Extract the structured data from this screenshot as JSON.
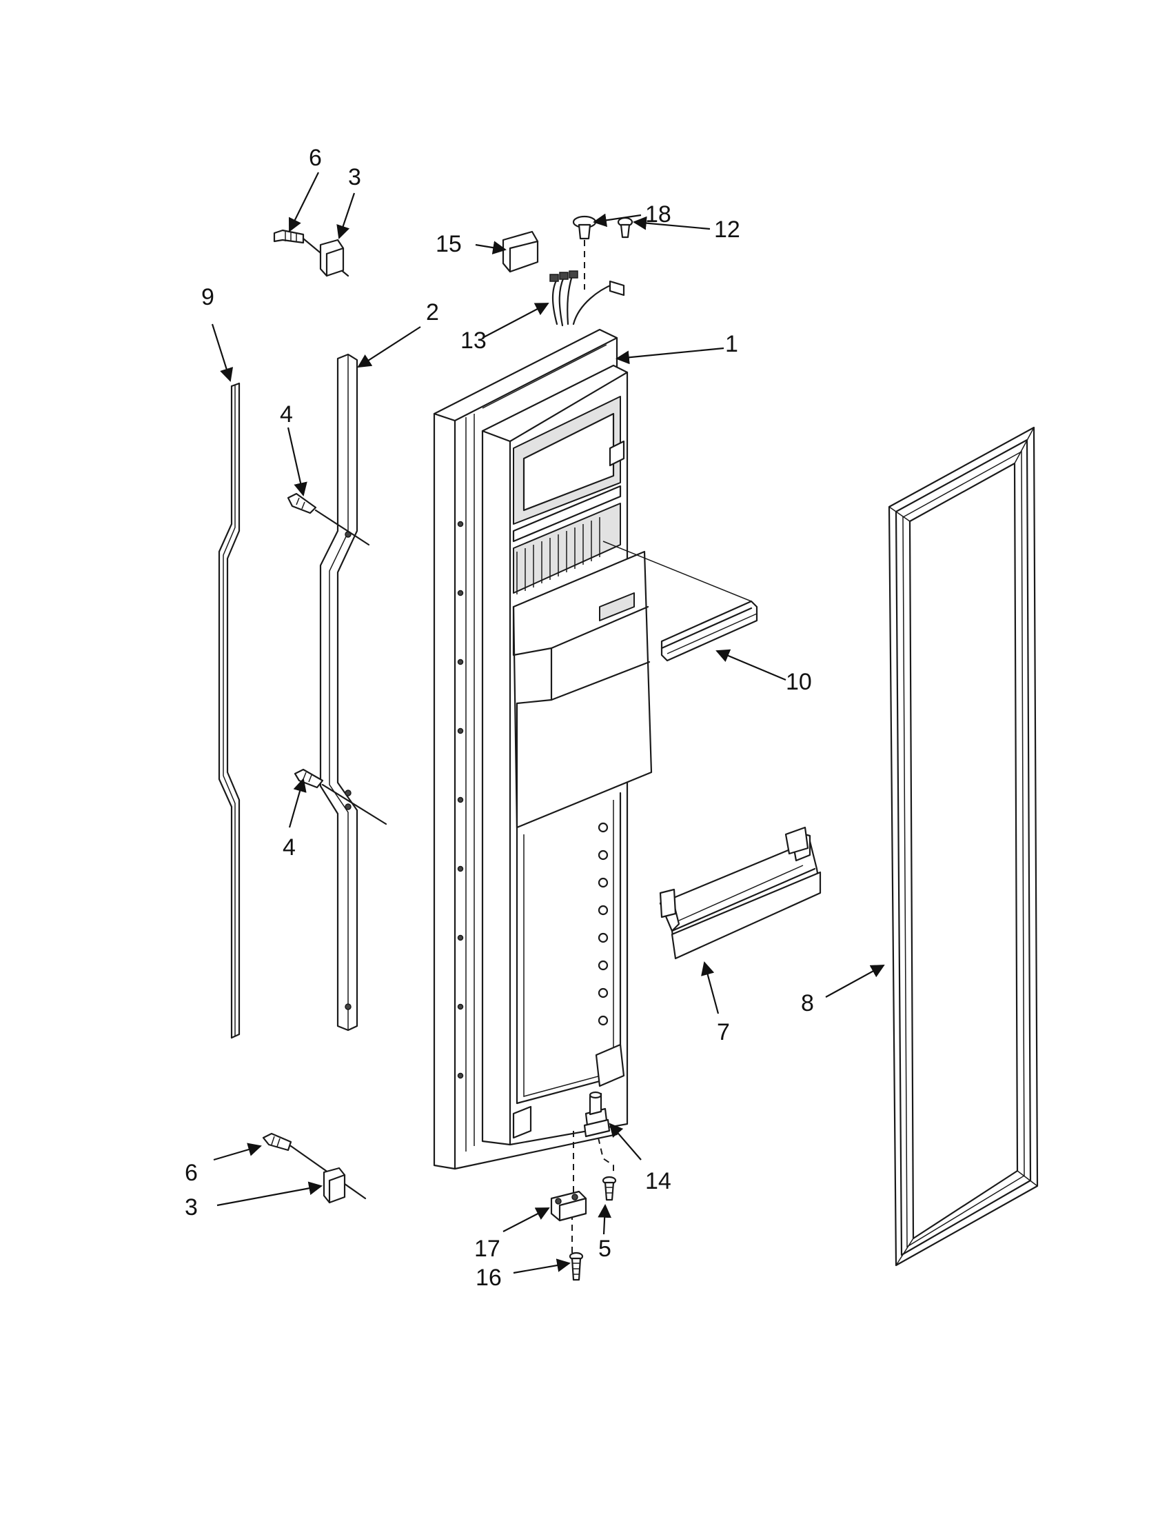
{
  "diagram": {
    "labels": [
      {
        "id": "p6-top",
        "text": "6"
      },
      {
        "id": "p3-top",
        "text": "3"
      },
      {
        "id": "p15",
        "text": "15"
      },
      {
        "id": "p18",
        "text": "18"
      },
      {
        "id": "p12",
        "text": "12"
      },
      {
        "id": "p9",
        "text": "9"
      },
      {
        "id": "p2",
        "text": "2"
      },
      {
        "id": "p13",
        "text": "13"
      },
      {
        "id": "p1",
        "text": "1"
      },
      {
        "id": "p4-top",
        "text": "4"
      },
      {
        "id": "p10",
        "text": "10"
      },
      {
        "id": "p4-bottom",
        "text": "4"
      },
      {
        "id": "p8",
        "text": "8"
      },
      {
        "id": "p7",
        "text": "7"
      },
      {
        "id": "p6-bottom",
        "text": "6"
      },
      {
        "id": "p14",
        "text": "14"
      },
      {
        "id": "p3-bottom",
        "text": "3"
      },
      {
        "id": "p17",
        "text": "17"
      },
      {
        "id": "p5",
        "text": "5"
      },
      {
        "id": "p16",
        "text": "16"
      }
    ]
  }
}
